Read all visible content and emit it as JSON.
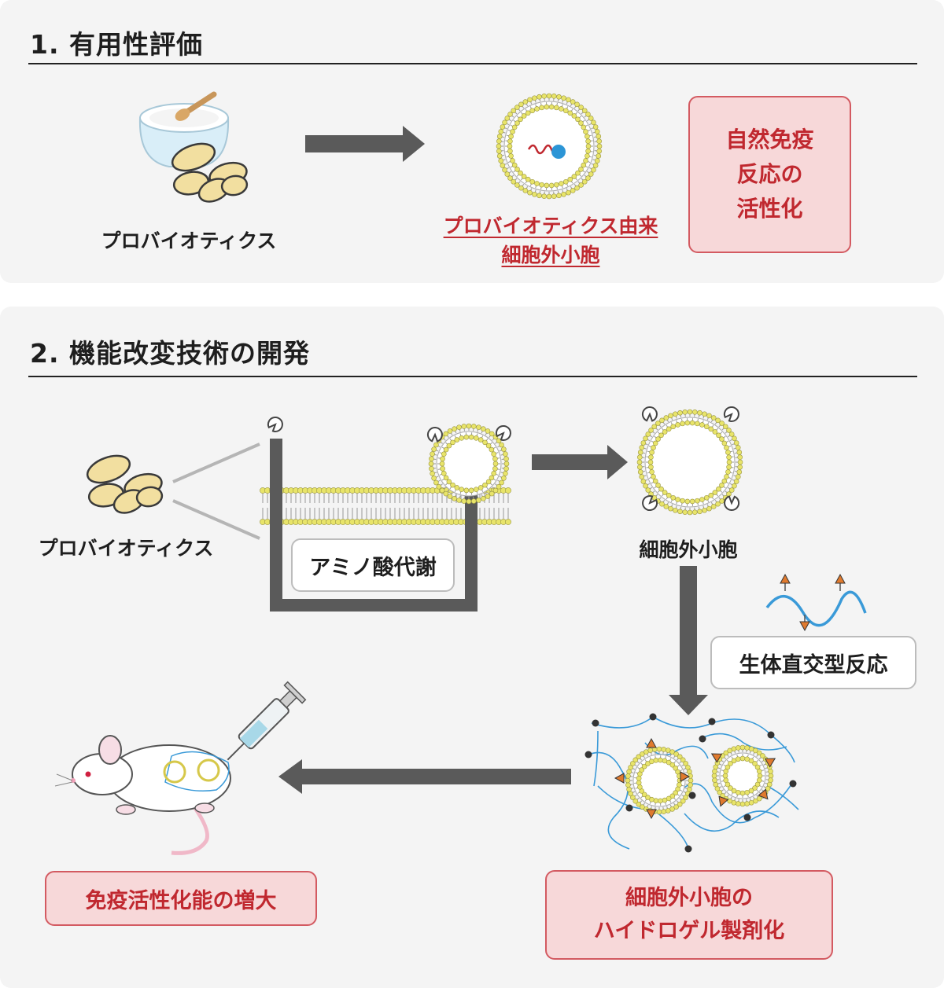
{
  "section1": {
    "title": "1. 有用性評価",
    "probiotics_label": "プロバイオティクス",
    "ev_label_line1": "プロバイオティクス由来",
    "ev_label_line2": "細胞外小胞",
    "result_line1": "自然免疫",
    "result_line2": "反応の",
    "result_line3": "活性化"
  },
  "section2": {
    "title": "2. 機能改変技術の開発",
    "probiotics_label": "プロバイオティクス",
    "amino_acid_label": "アミノ酸代謝",
    "ev_label": "細胞外小胞",
    "bioorthogonal_label": "生体直交型反応",
    "hydrogel_line1": "細胞外小胞の",
    "hydrogel_line2": "ハイドロゲル製剤化",
    "result_label": "免疫活性化能の増大"
  },
  "colors": {
    "arrow": "#5a5a5a",
    "lipid_head": "#e8e46a",
    "bacteria": "#f2dfa0",
    "network": "#3a9ad8",
    "accent_red": "#c0282f",
    "pink_box": "#f7d8d9",
    "triangle": "#e07a2e"
  }
}
